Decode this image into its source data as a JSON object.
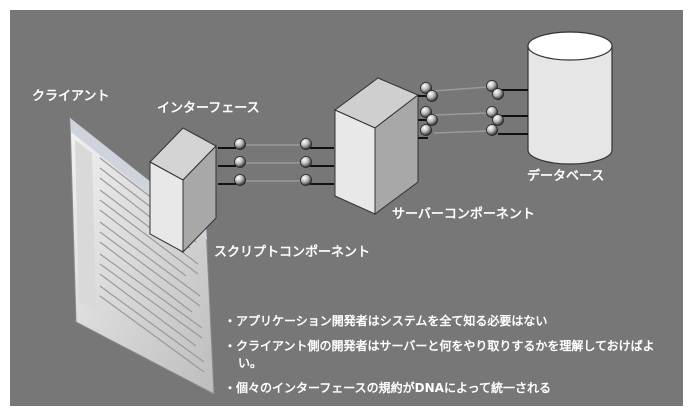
{
  "colors": {
    "background": "#777777",
    "component_face": "#e3e3e3",
    "component_side": "#aaaaaa",
    "component_top": "#cfcfcf",
    "connector_line": "#999999",
    "text": "#ffffff"
  },
  "diagram": {
    "labels": {
      "client": "クライアント",
      "interface": "インターフェース",
      "script_component": "スクリプトコンポーネント",
      "server_component": "サーバーコンポーネント",
      "database": "データベース"
    },
    "nodes": [
      {
        "id": "client",
        "label_key": "client",
        "icon": "browser-window-icon"
      },
      {
        "id": "interface",
        "label_key": "interface",
        "icon": "interface-block-icon"
      },
      {
        "id": "server",
        "label_key": "server_component",
        "icon": "server-block-icon"
      },
      {
        "id": "database",
        "label_key": "database",
        "icon": "database-cylinder-icon"
      }
    ],
    "edges": [
      {
        "from": "interface",
        "to": "server",
        "count": 3
      },
      {
        "from": "server",
        "to": "database",
        "count": 3
      }
    ]
  },
  "bullets": [
    "・アプリケーション開発者はシステムを全て知る必要はない",
    "・クライアント側の開発者はサーバーと何をやり取りするかを理解しておけばよい。",
    "・個々のインターフェースの規約がDNAによって統一される"
  ]
}
